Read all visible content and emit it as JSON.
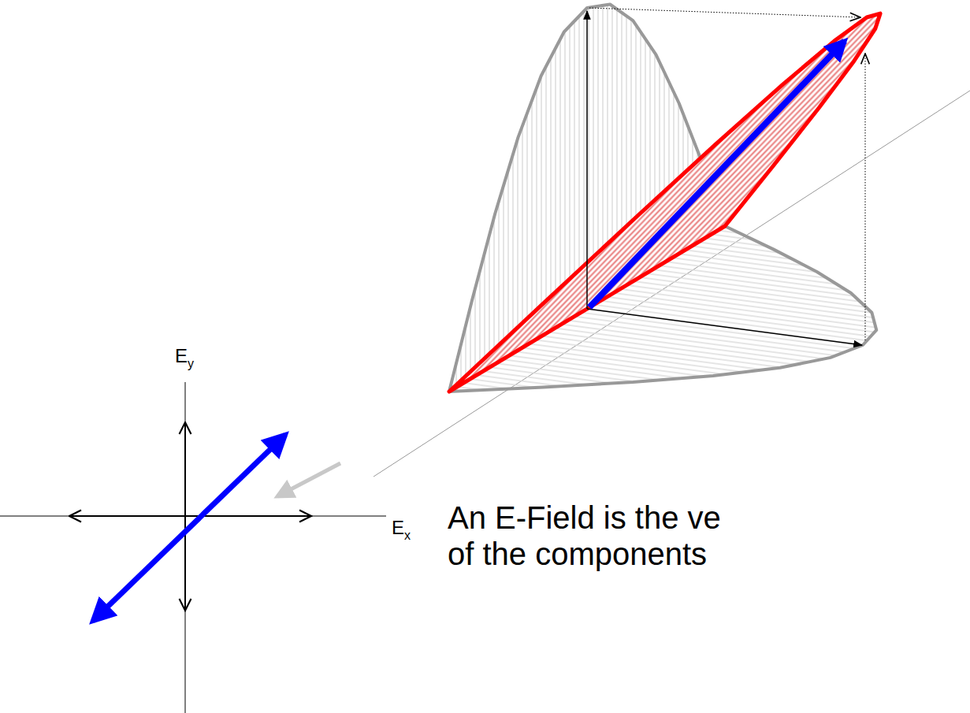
{
  "diagram": {
    "labels": [
      "Ey",
      "Ex",
      "An E-Field is the ve of the components"
    ]
  }
}
